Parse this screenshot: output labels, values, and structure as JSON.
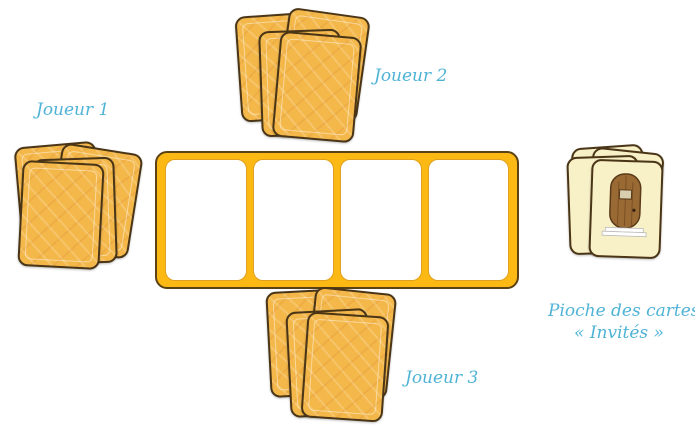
{
  "labels": {
    "player1": "Joueur 1",
    "player2": "Joueur 2",
    "player3": "Joueur 3",
    "deck_line1": "Pioche des cartes",
    "deck_line2": "« Invités »"
  },
  "board": {
    "slots": 4
  },
  "colors": {
    "label": "#4fb3d6",
    "card_back": "#f4b84a",
    "board_frame": "#fdb913",
    "invite_card": "#f8f1c8",
    "door": "#9a6a35"
  },
  "icons": [
    "card-back",
    "door-icon"
  ]
}
